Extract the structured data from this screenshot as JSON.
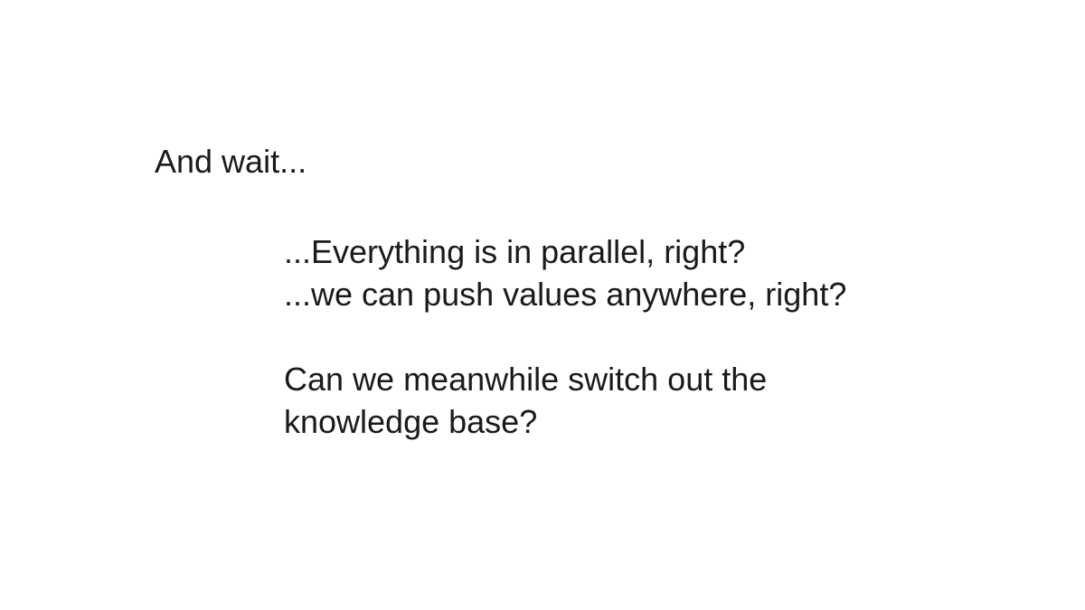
{
  "slide": {
    "heading": "And wait...",
    "questions": [
      "...Everything is in parallel, right?",
      "...we can push values anywhere, right?"
    ],
    "followup": [
      "Can we meanwhile switch out the",
      "knowledge base?"
    ]
  }
}
